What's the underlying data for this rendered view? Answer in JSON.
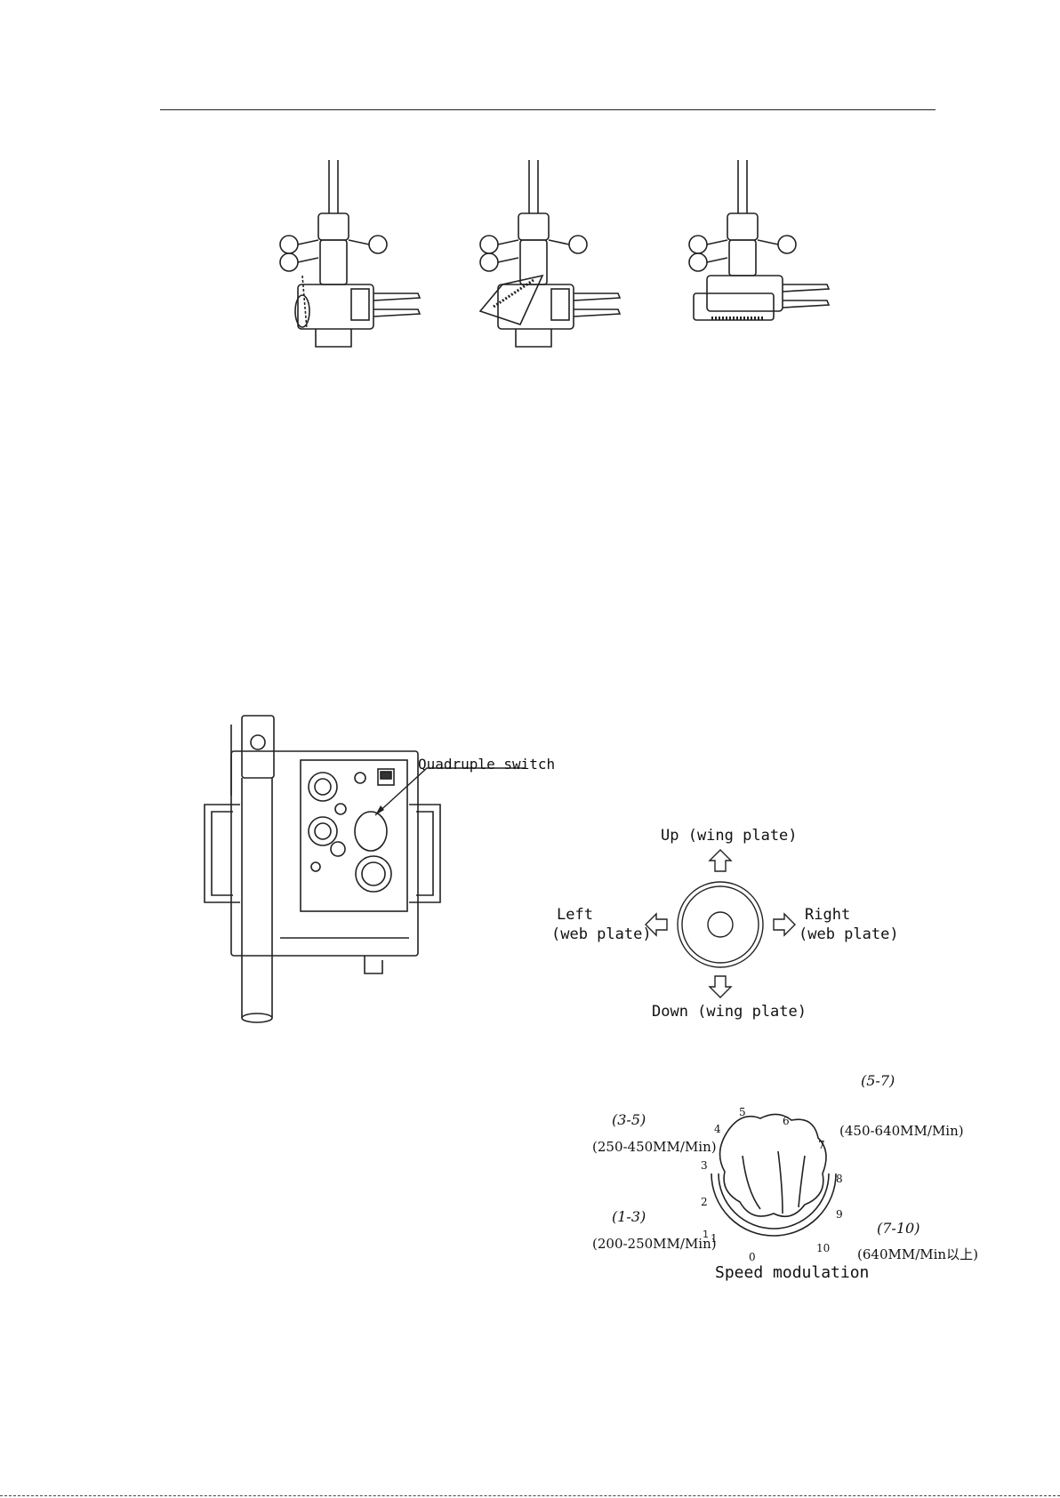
{
  "switch_callout": "Quadruple switch",
  "directions": {
    "up": "Up (wing plate)",
    "left_1": "Left",
    "left_2": "(web plate)",
    "right_1": "Right",
    "right_2": "(web plate)",
    "down": "Down (wing plate)"
  },
  "speed": {
    "title": "Speed modulation",
    "ranges": [
      {
        "range": "(3-5)",
        "speed": "(250-450MM/Min)"
      },
      {
        "range": "(5-7)",
        "speed": "(450-640MM/Min)"
      },
      {
        "range": "(1-3)",
        "speed": "(200-250MM/Min)"
      },
      {
        "range": "(7-10)",
        "speed": "(640MM/Min以上)"
      }
    ],
    "dial_marks": [
      "0",
      "1",
      "2",
      "3",
      "4",
      "5",
      "6",
      "7",
      "8",
      "9",
      "10"
    ]
  }
}
